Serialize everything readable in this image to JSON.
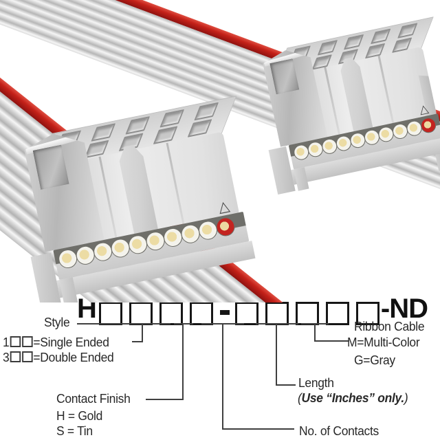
{
  "part_number": {
    "prefix": "H",
    "separator": "-",
    "suffix": "-ND",
    "group1_box_count": 4,
    "group2_box_count": 5
  },
  "legend": {
    "style": {
      "title": "Style",
      "option1_prefix": "1",
      "option1_text": "=Single Ended",
      "option2_prefix": "3",
      "option2_text": "=Double Ended"
    },
    "contact_finish": {
      "title": "Contact Finish",
      "option1": "H = Gold",
      "option2": "S = Tin"
    },
    "contacts": {
      "title": "No. of Contacts"
    },
    "length": {
      "title": "Length",
      "note_open": "(",
      "note_text": "Use “Inches” only.",
      "note_close": ")"
    },
    "ribbon_cable": {
      "title": "Ribbon Cable",
      "option1": "M=Multi-Color",
      "option2": "G=Gray"
    }
  },
  "photo": {
    "pin1_marker": "△",
    "contact_count": 10,
    "wire_end_count": 10,
    "colors": {
      "cable_red_stripe": "#c42119",
      "cable_gray": "#d6d6d6",
      "connector_gray": "#e4e4e4",
      "wire_center_tan": "#e6d6a0",
      "background": "#ffffff"
    }
  }
}
